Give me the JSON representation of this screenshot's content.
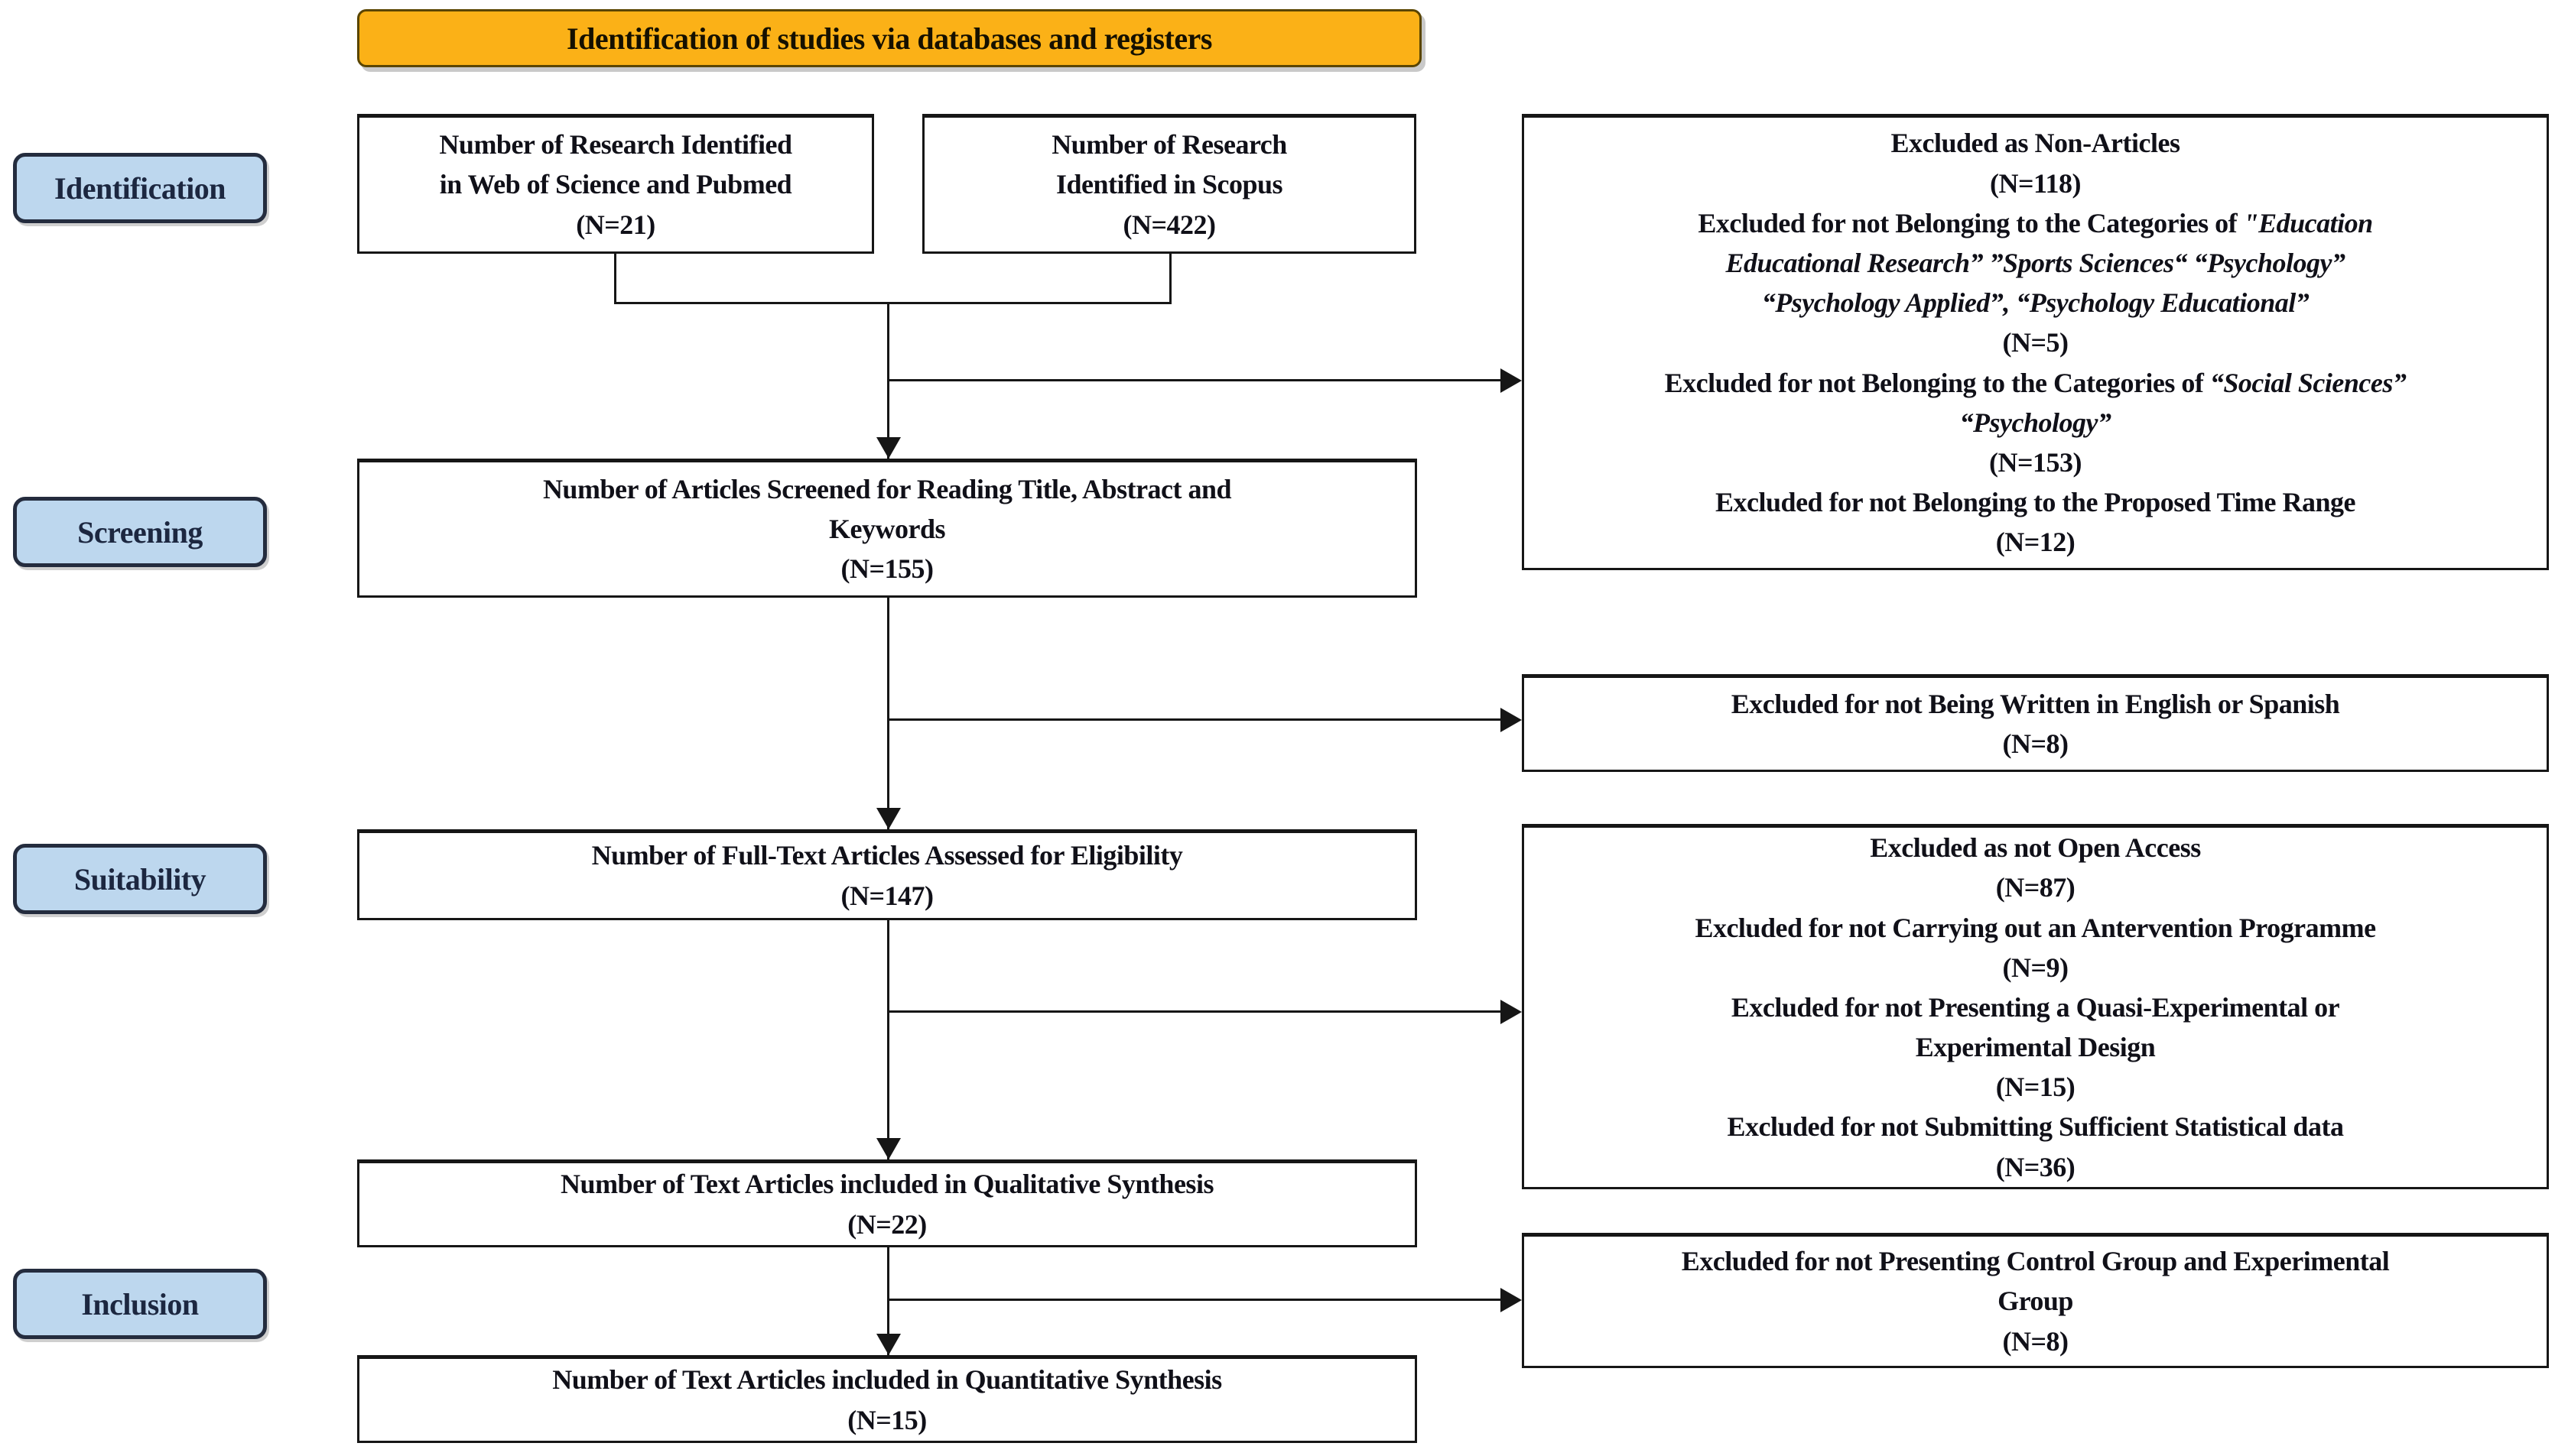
{
  "banner": {
    "label": "Identification of studies via databases and registers"
  },
  "stages": [
    {
      "label": "Identification"
    },
    {
      "label": "Screening"
    },
    {
      "label": "Suitability"
    },
    {
      "label": "Inclusion"
    }
  ],
  "flow_boxes": {
    "identified_wos_pubmed": {
      "lines": [
        [
          "Number of Research Identified"
        ],
        [
          "in Web of Science and Pubmed"
        ],
        [
          "(N=21)"
        ]
      ]
    },
    "identified_scopus": {
      "lines": [
        [
          "Number of Research"
        ],
        [
          "Identified in Scopus"
        ],
        [
          "(N=422)"
        ]
      ]
    },
    "screened": {
      "lines": [
        [
          "Number of Articles Screened for Reading Title, Abstract and"
        ],
        [
          "Keywords"
        ],
        [
          "(N=155)"
        ]
      ]
    },
    "full_text_assessed": {
      "lines": [
        [
          "Number of Full-Text Articles Assessed for Eligibility"
        ],
        [
          "(N=147)"
        ]
      ]
    },
    "qualitative_synthesis": {
      "lines": [
        [
          "Number of Text Articles included in Qualitative Synthesis"
        ],
        [
          "(N=22)"
        ]
      ]
    },
    "quantitative_synthesis": {
      "lines": [
        [
          "Number of Text Articles included in Quantitative Synthesis"
        ],
        [
          "(N=15)"
        ]
      ]
    }
  },
  "exclusion_boxes": {
    "identification_exclusions": {
      "lines": [
        [
          "Excluded as Non-Articles"
        ],
        [
          "(N=118)"
        ],
        [
          "Excluded for not Belonging to the Categories of ",
          {
            "t": "\"Education",
            "i": true
          }
        ],
        [
          {
            "t": "Educational Research” ”Sports Sciences“ “Psychology”",
            "i": true
          }
        ],
        [
          {
            "t": "“Psychology Applied”, “Psychology Educational”",
            "i": true
          }
        ],
        [
          "(N=5)"
        ],
        [
          "Excluded for not Belonging to the Categories of ",
          {
            "t": "“Social Sciences”",
            "i": true
          }
        ],
        [
          {
            "t": "“Psychology”",
            "i": true
          }
        ],
        [
          "(N=153)"
        ],
        [
          "Excluded for not Belonging to the Proposed Time Range"
        ],
        [
          "(N=12)"
        ]
      ]
    },
    "language_exclusion": {
      "lines": [
        [
          "Excluded for not Being Written in English or Spanish"
        ],
        [
          "(N=8)"
        ]
      ]
    },
    "suitability_exclusions": {
      "lines": [
        [
          "Excluded as not Open Access"
        ],
        [
          "(N=87)"
        ],
        [
          "Excluded for not Carrying out an Antervention Programme"
        ],
        [
          "(N=9)"
        ],
        [
          "Excluded for not Presenting a Quasi-Experimental or"
        ],
        [
          "Experimental Design"
        ],
        [
          "(N=15)"
        ],
        [
          "Excluded for not Submitting Sufficient Statistical data"
        ],
        [
          "(N=36)"
        ]
      ]
    },
    "inclusion_exclusion": {
      "lines": [
        [
          "Excluded for not Presenting Control Group and Experimental"
        ],
        [
          "Group"
        ],
        [
          "(N=8)"
        ]
      ]
    }
  },
  "colors": {
    "banner_bg": "#FBB117",
    "stage_bg": "#BDD7EE",
    "box_border": "#161616",
    "connector": "#161616"
  }
}
